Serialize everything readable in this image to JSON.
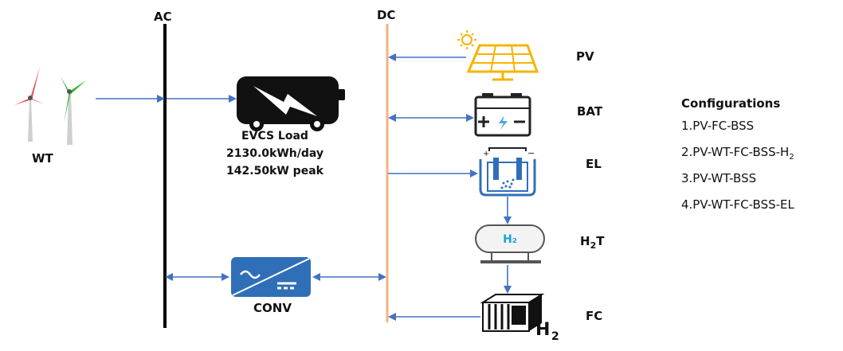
{
  "buses": {
    "ac": "AC",
    "dc": "DC"
  },
  "components": {
    "wt": "WT",
    "pv": "PV",
    "bat": "BAT",
    "el": "EL",
    "h2t": {
      "main": "H",
      "sub": "2",
      "suffix": "T"
    },
    "fc": "FC",
    "conv": "CONV"
  },
  "load": {
    "name": "EVCS Load",
    "energy": "2130.0kWh/day",
    "peak": "142.50kW peak"
  },
  "icon_text": {
    "h2_tank": "H₂",
    "fc_h": "H",
    "fc_sub": "2"
  },
  "configurations": {
    "title": "Configurations",
    "items": [
      {
        "text": "1.PV-FC-BSS",
        "sub": ""
      },
      {
        "text": "2.PV-WT-FC-BSS-H",
        "sub": "2"
      },
      {
        "text": "3.PV-WT-BSS",
        "sub": ""
      },
      {
        "text": "4.PV-WT-FC-BSS-EL",
        "sub": ""
      }
    ]
  },
  "colors": {
    "ac_bus": "#000000",
    "dc_bus": "#F4B183",
    "arrow": "#4472C4",
    "pv_panel": "#F5B400",
    "turbine_red": "#E8575A",
    "turbine_green": "#2BB52B",
    "conv_blue": "#2F6FB7"
  }
}
